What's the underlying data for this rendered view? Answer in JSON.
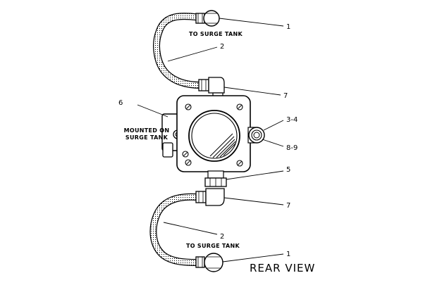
{
  "diagram": {
    "view_title": "REAR VIEW",
    "labels": {
      "to_surge_tank_top": "TO SURGE TANK",
      "to_surge_tank_bottom": "TO SURGE TANK",
      "mounted_on_line1": "MOUNTED ON",
      "mounted_on_line2": "SURGE TANK"
    },
    "callouts": {
      "c1_top": "1",
      "c2_top": "2",
      "c7_top": "7",
      "c6": "6",
      "c3_4": "3-4",
      "c8_9": "8-9",
      "c5": "5",
      "c7_bottom": "7",
      "c2_bottom": "2",
      "c1_bottom": "1"
    }
  }
}
